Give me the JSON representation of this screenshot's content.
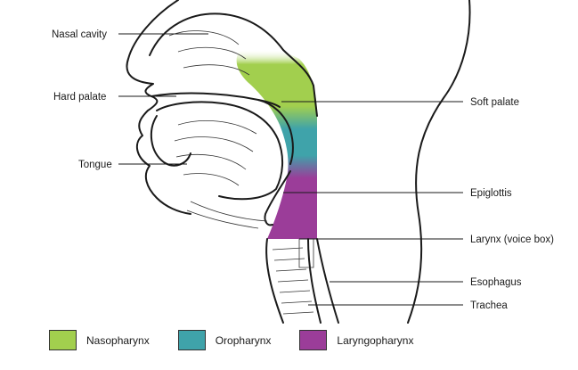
{
  "labels": {
    "nasal_cavity": "Nasal cavity",
    "hard_palate": "Hard palate",
    "tongue": "Tongue",
    "soft_palate": "Soft palate",
    "epiglottis": "Epiglottis",
    "larynx": "Larynx (voice box)",
    "esophagus": "Esophagus",
    "trachea": "Trachea"
  },
  "legend": [
    {
      "label": "Nasopharynx",
      "color": "#a2cf4e"
    },
    {
      "label": "Oropharynx",
      "color": "#3fa3aa"
    },
    {
      "label": "Laryngopharynx",
      "color": "#9b3d99"
    }
  ],
  "colors": {
    "nasopharynx": "#a2cf4e",
    "oropharynx": "#3fa3aa",
    "laryngopharynx": "#9b3d99",
    "outline": "#1a1a1a"
  }
}
